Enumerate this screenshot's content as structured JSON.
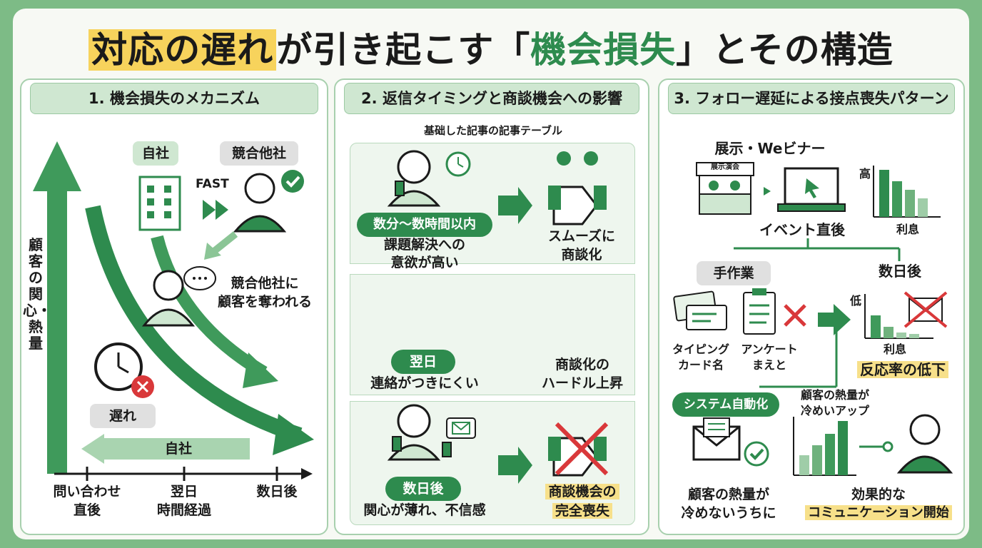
{
  "title": {
    "part1": "対応の遅れ",
    "part2": "が引き起こす「",
    "part3": "機会損失",
    "part4": "」とその構造"
  },
  "panel1": {
    "header": "1. 機会損失のメカニズム",
    "self_tag": "自社",
    "competitor_tag": "競合他社",
    "fast": "FAST",
    "yaxis": "顧客の関心・熱量",
    "stolen": [
      "競合他社に",
      "顧客を奪われる"
    ],
    "delay_tag": "遅れ",
    "self_bar": "自社",
    "ticks": [
      {
        "l1": "問い合わせ",
        "l2": "直後"
      },
      {
        "l1": "翌日",
        "l2": "時間経過"
      },
      {
        "l1": "数日後",
        "l2": ""
      }
    ]
  },
  "panel2": {
    "header": "2. 返信タイミングと商談機会への影響",
    "subtitle": "基础した記事の記事テーブル",
    "rows": [
      {
        "tag": "数分～数時間以内",
        "desc": [
          "課題解決への",
          "意欲が高い"
        ],
        "result": [
          "スムーズに",
          "商談化"
        ]
      },
      {
        "tag": "翌日",
        "desc": [
          "連絡がつきにくい"
        ],
        "result": [
          "商談化の",
          "ハードル上昇"
        ]
      },
      {
        "tag": "数日後",
        "desc": [
          "関心が薄れ、不信感"
        ],
        "result": [
          "商談機会の",
          "完全喪失"
        ]
      }
    ]
  },
  "panel3": {
    "header": "3. フォロー遅延による接点喪失パターン",
    "event_title": "展示・Weビナー",
    "booth_sign": "展示演会",
    "event_after": "イベント直後",
    "high": "高",
    "profit1": "利息",
    "manual_tag": "手作業",
    "days_after": "数日後",
    "low": "低",
    "profit2": "利息",
    "typing": [
      "タイピング",
      "カード名"
    ],
    "survey": [
      "アンケート",
      "まえと"
    ],
    "response_drop": "反応率の低下",
    "auto_tag": "システム自動化",
    "heat_up": [
      "顧客の熱量が",
      "冷めいアップ"
    ],
    "heat_keep": [
      "顧客の熱量が",
      "冷めないうちに"
    ],
    "effective": [
      "効果的な",
      "コミュニケーション開始"
    ]
  }
}
